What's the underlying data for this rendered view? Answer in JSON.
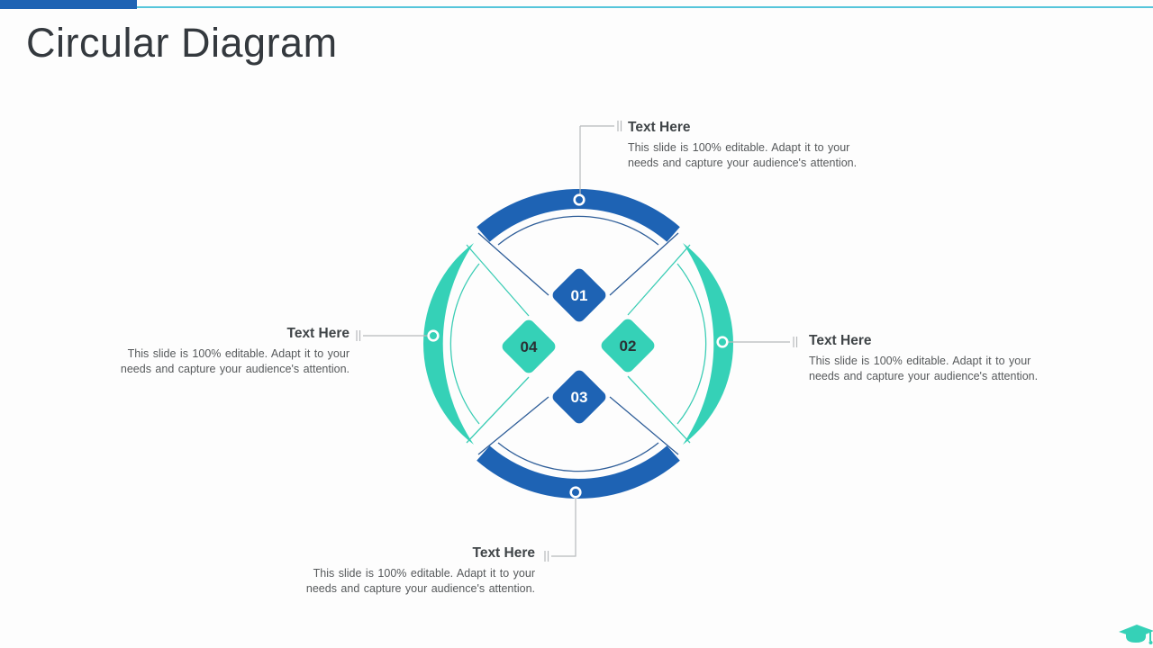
{
  "title": "Circular Diagram",
  "header": {
    "accent_bar_color": "#1E63B4",
    "accent_line_color": "#56C5DB"
  },
  "colors": {
    "blue": "#1E63B4",
    "teal": "#35D1B7",
    "thin_blue_line": "#2F5E99",
    "thin_teal_line": "#3CCDB5",
    "leader_gray": "#B7BABD",
    "title_text": "#34393E",
    "heading_text": "#3F4447",
    "body_text": "#56595B"
  },
  "diagram": {
    "items": [
      {
        "number": "01",
        "position": "top",
        "color": "#1E63B4",
        "text_color": "#FFFFFF"
      },
      {
        "number": "02",
        "position": "right",
        "color": "#35D1B7",
        "text_color": "#2B3034"
      },
      {
        "number": "03",
        "position": "bottom",
        "color": "#1E63B4",
        "text_color": "#FFFFFF"
      },
      {
        "number": "04",
        "position": "left",
        "color": "#35D1B7",
        "text_color": "#2B3034"
      }
    ]
  },
  "callouts": {
    "top": {
      "heading": "Text Here",
      "body": "This slide is 100% editable. Adapt it to your needs and capture your audience's attention."
    },
    "right": {
      "heading": "Text Here",
      "body": "This slide is 100% editable. Adapt it to your needs and capture your audience's attention."
    },
    "left": {
      "heading": "Text Here",
      "body": "This slide is 100% editable. Adapt it to your needs and capture your audience's attention."
    },
    "bottom": {
      "heading": "Text Here",
      "body": "This slide is 100% editable. Adapt it to your needs and capture your audience's attention."
    }
  },
  "footer": {
    "icon": "graduation-cap-icon"
  }
}
